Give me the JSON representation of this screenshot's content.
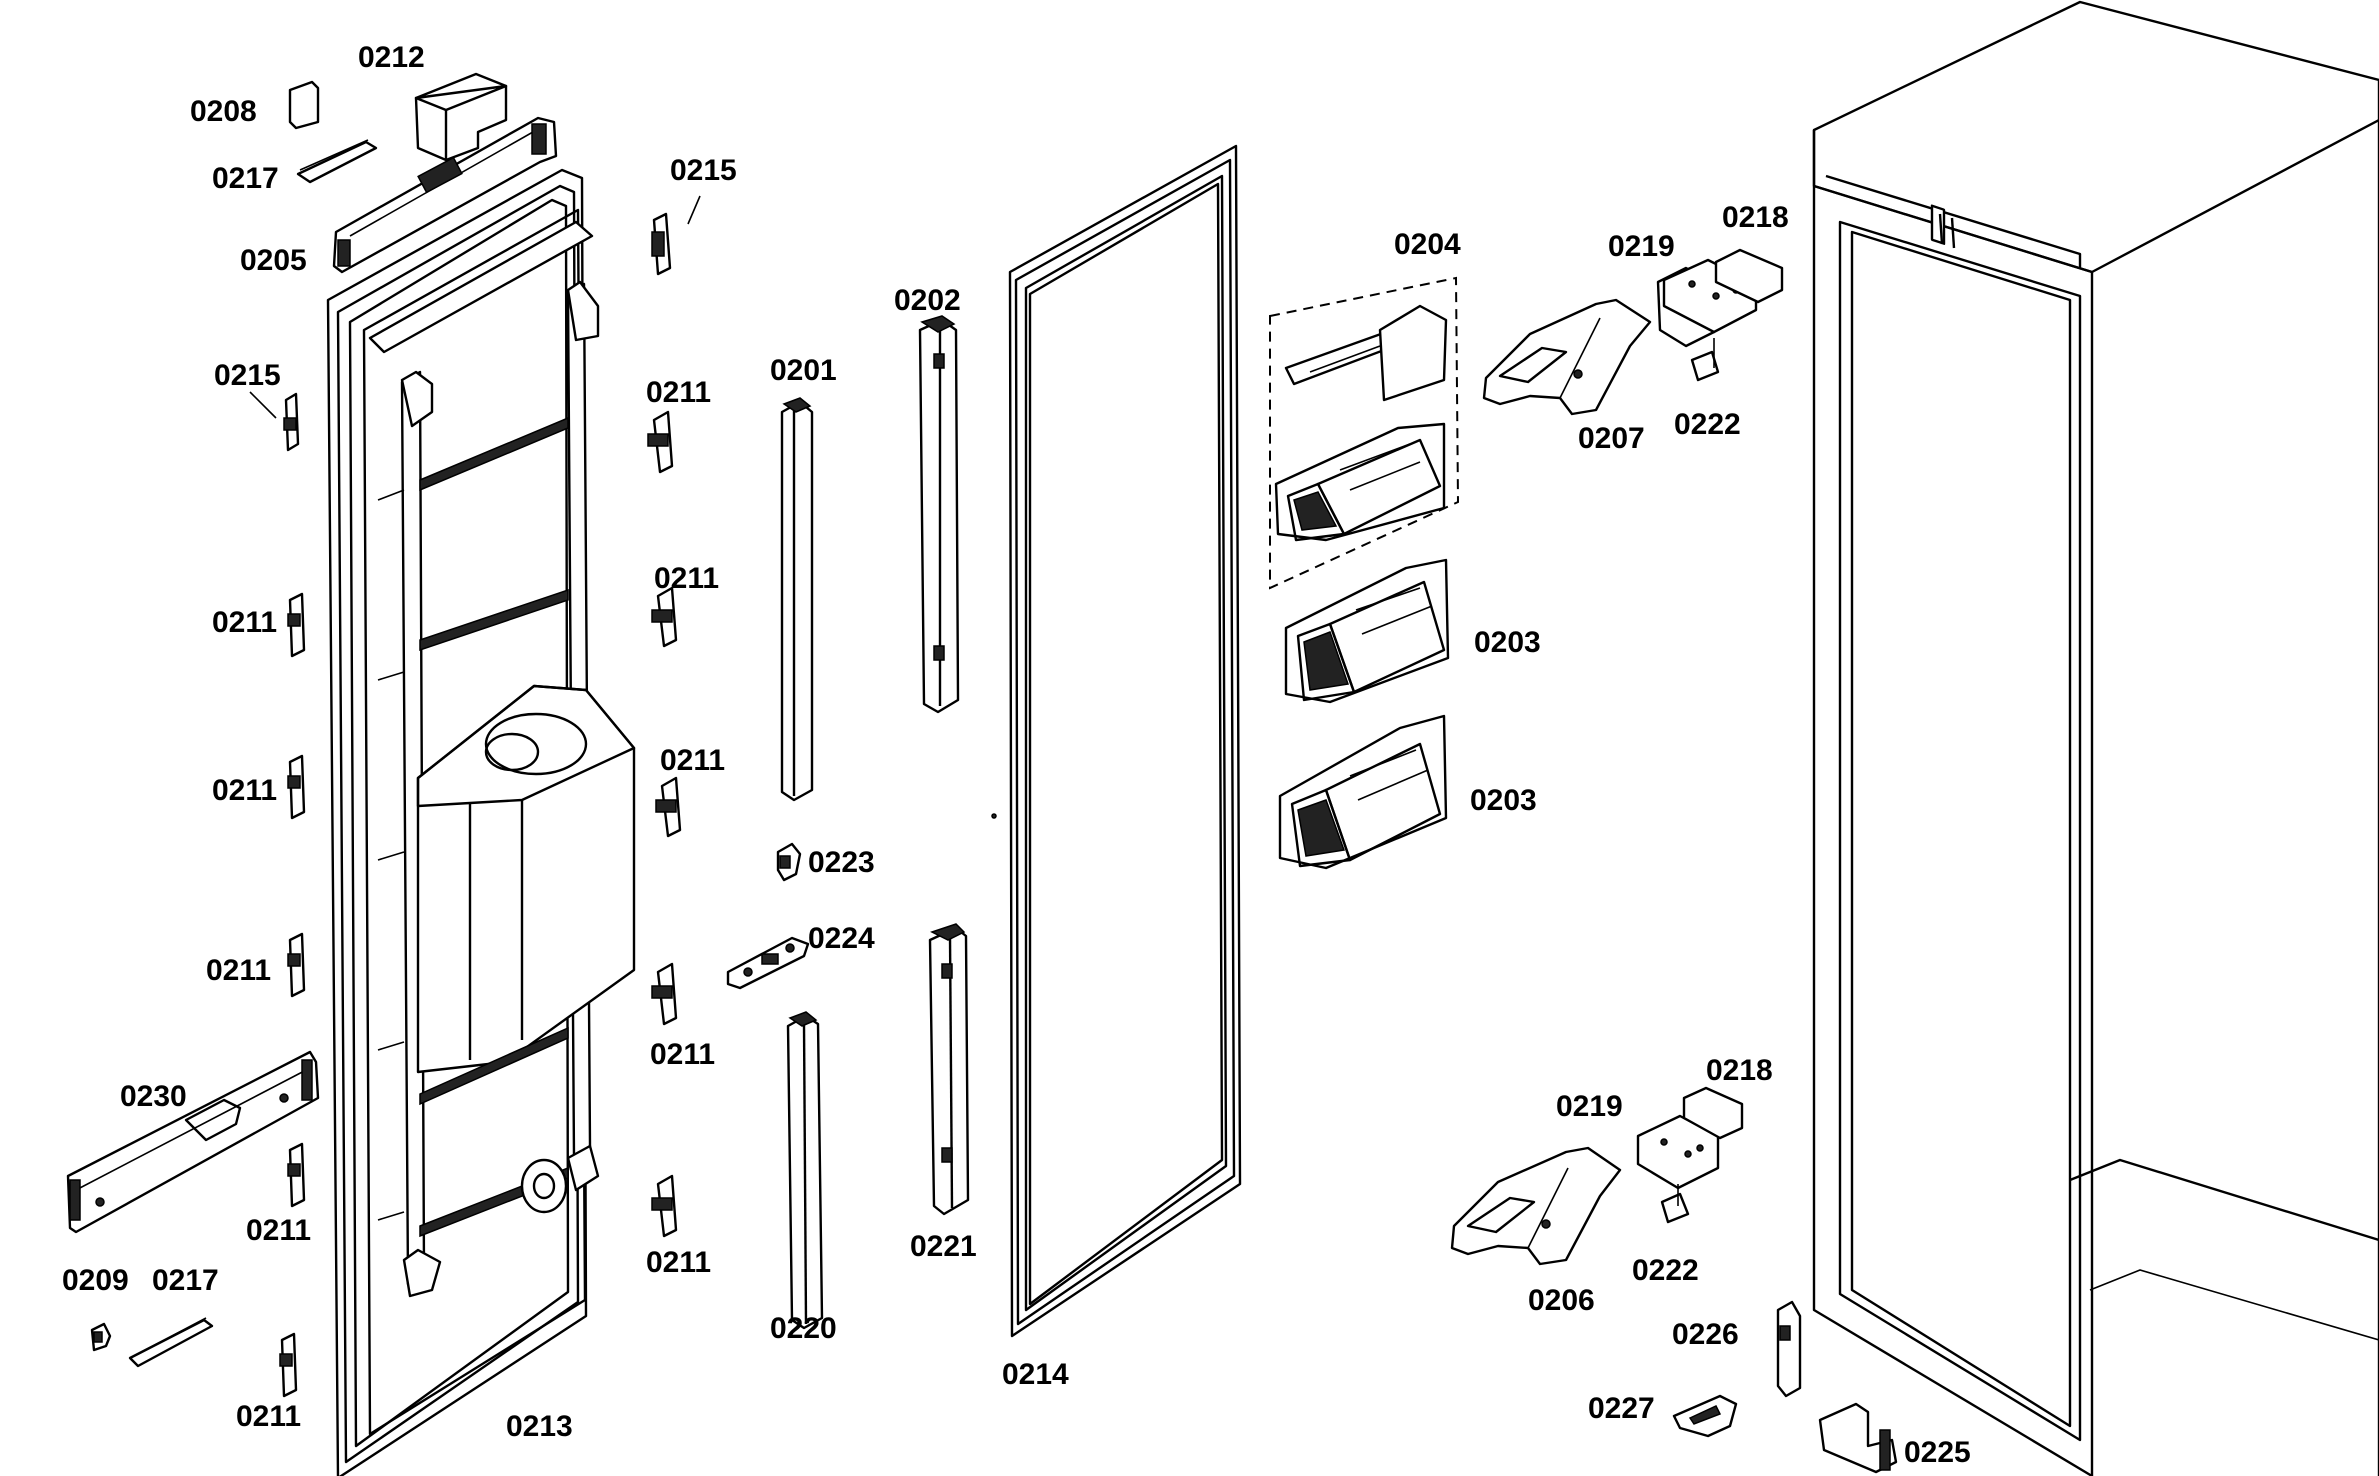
{
  "diagram": {
    "part_labels": [
      "0208",
      "0212",
      "0217",
      "0205",
      "0215",
      "0215",
      "0211",
      "0211",
      "0211",
      "0211",
      "0211",
      "0211",
      "0211",
      "0211",
      "0211",
      "0211",
      "0201",
      "0202",
      "0223",
      "0224",
      "0221",
      "0220",
      "0230",
      "0209",
      "0217",
      "0213",
      "0214",
      "0204",
      "0203",
      "0203",
      "0219",
      "0218",
      "0207",
      "0222",
      "0218",
      "0219",
      "0222",
      "0206",
      "0226",
      "0227",
      "0225"
    ]
  }
}
